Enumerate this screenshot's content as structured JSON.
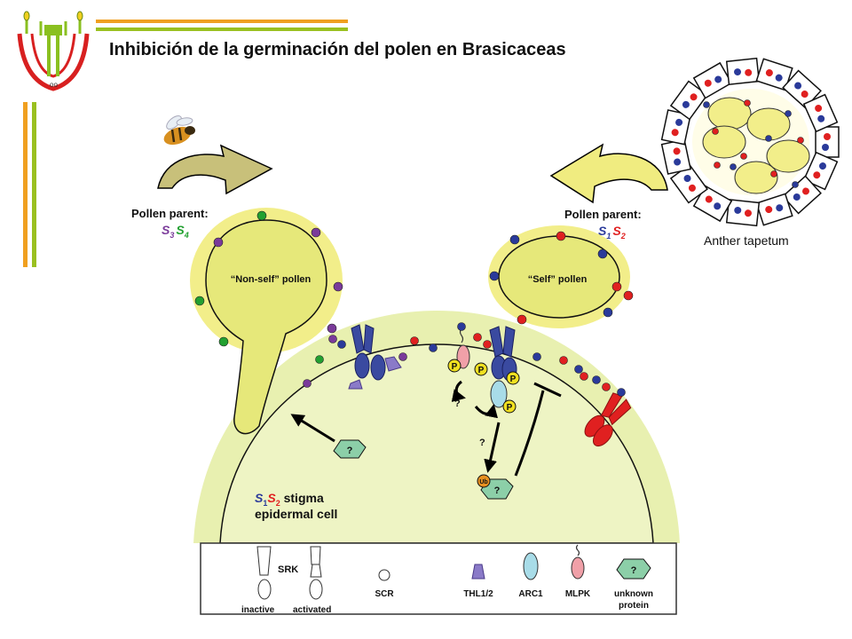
{
  "title": "Inhibición de la germinación del polen en Brasicaceas",
  "anther": {
    "label": "Anther tapetum"
  },
  "left_parent": {
    "label": "Pollen parent:",
    "allele1": "S",
    "sub1": "3",
    "allele2": "S",
    "sub2": "4"
  },
  "right_parent": {
    "label": "Pollen parent:",
    "allele1": "S",
    "sub1": "1",
    "allele2": "S",
    "sub2": "2"
  },
  "nonself_pollen": "“Non-self” pollen",
  "self_pollen": "“Self” pollen",
  "stigma": {
    "allele1": "S",
    "sub1": "1",
    "allele2": "S",
    "sub2": "2",
    "line1_rest": " stigma",
    "line2": "epidermal cell"
  },
  "markers": {
    "phospho": "P",
    "ubiquitin": "Ub",
    "unknown": "?",
    "question": "?"
  },
  "legend": {
    "srk": "SRK",
    "inactive": "inactive",
    "activated": "activated",
    "scr": "SCR",
    "thl": "THL1/2",
    "arc1": "ARC1",
    "mlpk": "MLPK",
    "unknown_line1": "unknown",
    "unknown_line2": "protein"
  },
  "colors": {
    "s3_purple": "#7a3a9a",
    "s4_green": "#22a030",
    "s1_blue": "#2a3a9a",
    "s2_red": "#e02020",
    "pollen_coat": "#f2ee8a",
    "pollen_grain": "#e6e87a",
    "stigma": "#e8f0b0",
    "title_bar_orange": "#f0a020",
    "title_bar_green": "#9ac020"
  }
}
